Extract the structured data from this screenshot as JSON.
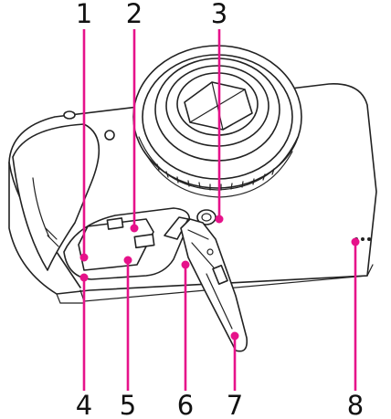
{
  "diagram": {
    "callout_color": "#e6128a",
    "callouts": [
      {
        "number": "1"
      },
      {
        "number": "2"
      },
      {
        "number": "3"
      },
      {
        "number": "4"
      },
      {
        "number": "5"
      },
      {
        "number": "6"
      },
      {
        "number": "7"
      },
      {
        "number": "8"
      }
    ]
  }
}
